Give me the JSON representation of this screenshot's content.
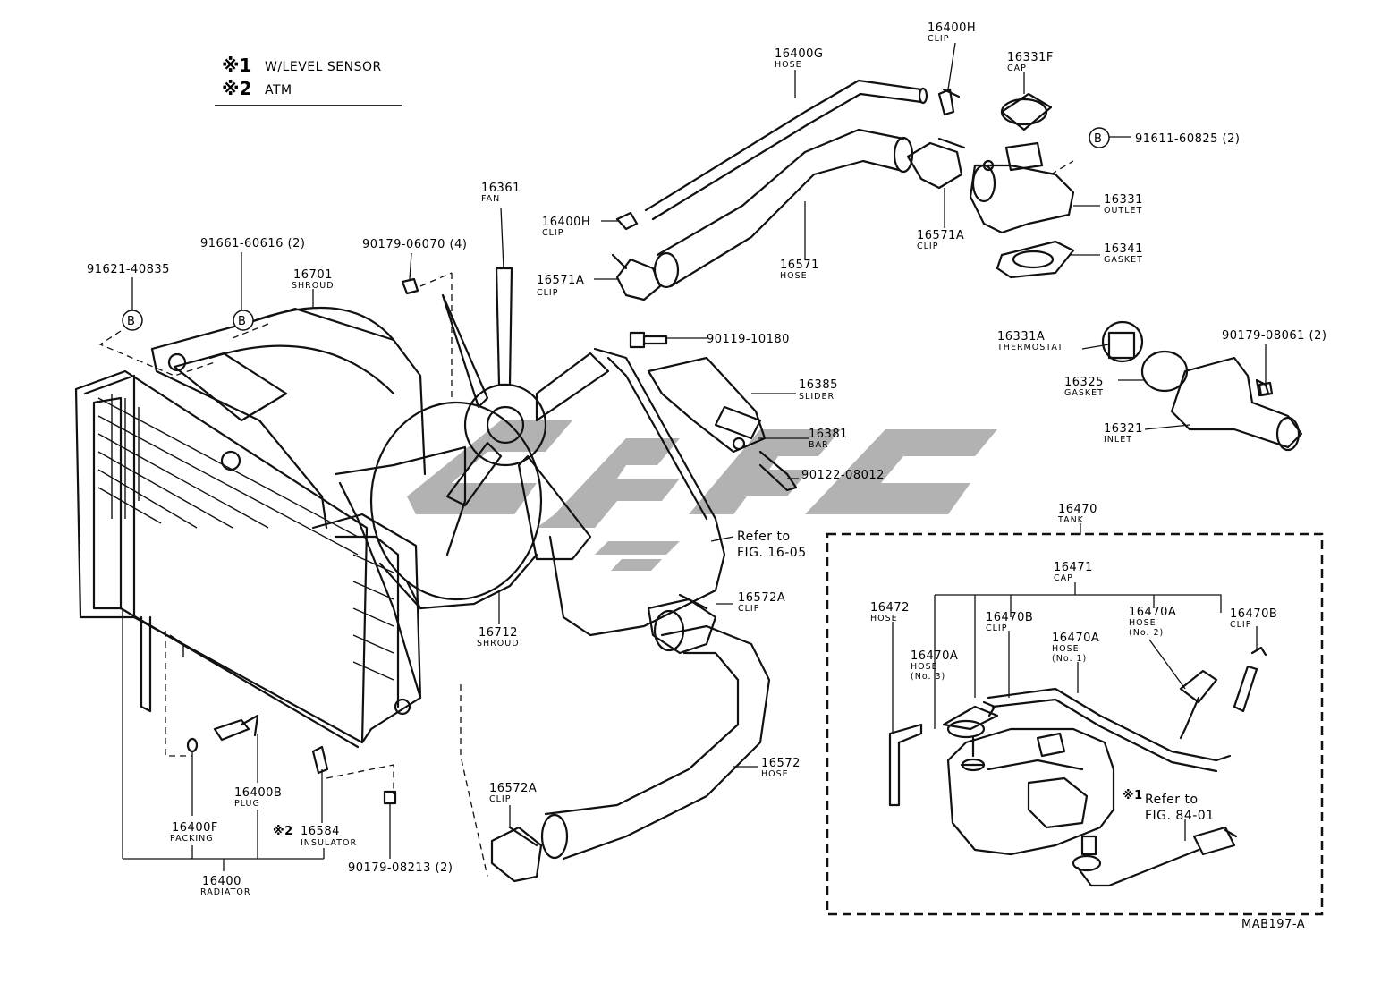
{
  "legend": {
    "items": [
      {
        "mark": "※1",
        "text": "W/LEVEL SENSOR"
      },
      {
        "mark": "※2",
        "text": "ATM"
      }
    ]
  },
  "ref_symbol": "B",
  "callouts": {
    "p16400G": {
      "num": "16400G",
      "sub": "HOSE"
    },
    "p16400H_top": {
      "num": "16400H",
      "sub": "CLIP"
    },
    "p16331F": {
      "num": "16331F",
      "sub": "CAP"
    },
    "p91611": {
      "num": "91611-60825 (2)"
    },
    "p16361": {
      "num": "16361",
      "sub": "FAN"
    },
    "p16400H_left": {
      "num": "16400H",
      "sub": "CLIP"
    },
    "p16331": {
      "num": "16331",
      "sub": "OUTLET"
    },
    "p16571A_right": {
      "num": "16571A",
      "sub": "CLIP"
    },
    "p16341": {
      "num": "16341",
      "sub": "GASKET"
    },
    "p91661": {
      "num": "91661-60616 (2)"
    },
    "p90179_06070": {
      "num": "90179-06070 (4)"
    },
    "p91621": {
      "num": "91621-40835"
    },
    "p16701": {
      "num": "16701",
      "sub": "SHROUD"
    },
    "p16571A_left": {
      "num": "16571A",
      "sub": "CLIP"
    },
    "p16571": {
      "num": "16571",
      "sub": "HOSE"
    },
    "p16331A": {
      "num": "16331A",
      "sub": "THERMOSTAT"
    },
    "p90179_08061": {
      "num": "90179-08061 (2)"
    },
    "p90119": {
      "num": "90119-10180"
    },
    "p16385": {
      "num": "16385",
      "sub": "SLIDER"
    },
    "p16325": {
      "num": "16325",
      "sub": "GASKET"
    },
    "p16381": {
      "num": "16381",
      "sub": "BAR"
    },
    "p16321": {
      "num": "16321",
      "sub": "INLET"
    },
    "p90122": {
      "num": "90122-08012"
    },
    "p16470": {
      "num": "16470",
      "sub": "TANK"
    },
    "p16471": {
      "num": "16471",
      "sub": "CAP"
    },
    "p16472": {
      "num": "16472",
      "sub": "HOSE"
    },
    "p16470B_mid": {
      "num": "16470B",
      "sub": "CLIP"
    },
    "p16470A_no2": {
      "num": "16470A",
      "sub": "HOSE",
      "sub2": "(No. 2)"
    },
    "p16470B_right": {
      "num": "16470B",
      "sub": "CLIP"
    },
    "p16470A_no3": {
      "num": "16470A",
      "sub": "HOSE",
      "sub2": "(No. 3)"
    },
    "p16470A_no1": {
      "num": "16470A",
      "sub": "HOSE",
      "sub2": "(No. 1)"
    },
    "p16572A_top": {
      "num": "16572A",
      "sub": "CLIP"
    },
    "p16712": {
      "num": "16712",
      "sub": "SHROUD"
    },
    "p16572": {
      "num": "16572",
      "sub": "HOSE"
    },
    "p16400B": {
      "num": "16400B",
      "sub": "PLUG"
    },
    "p16400F": {
      "num": "16400F",
      "sub": "PACKING"
    },
    "p16584": {
      "mark": "※2",
      "num": "16584",
      "sub": "INSULATOR"
    },
    "p16572A_bottom": {
      "num": "16572A",
      "sub": "CLIP"
    },
    "p16400": {
      "num": "16400",
      "sub": "RADIATOR"
    },
    "p90179_08213": {
      "num": "90179-08213 (2)"
    }
  },
  "references": {
    "fig1605": {
      "line1": "Refer to",
      "line2": "FIG. 16-05"
    },
    "fig8401": {
      "mark": "※1",
      "line1": "Refer to",
      "line2": "FIG. 84-01"
    }
  },
  "figure_code": "MAB197-A"
}
